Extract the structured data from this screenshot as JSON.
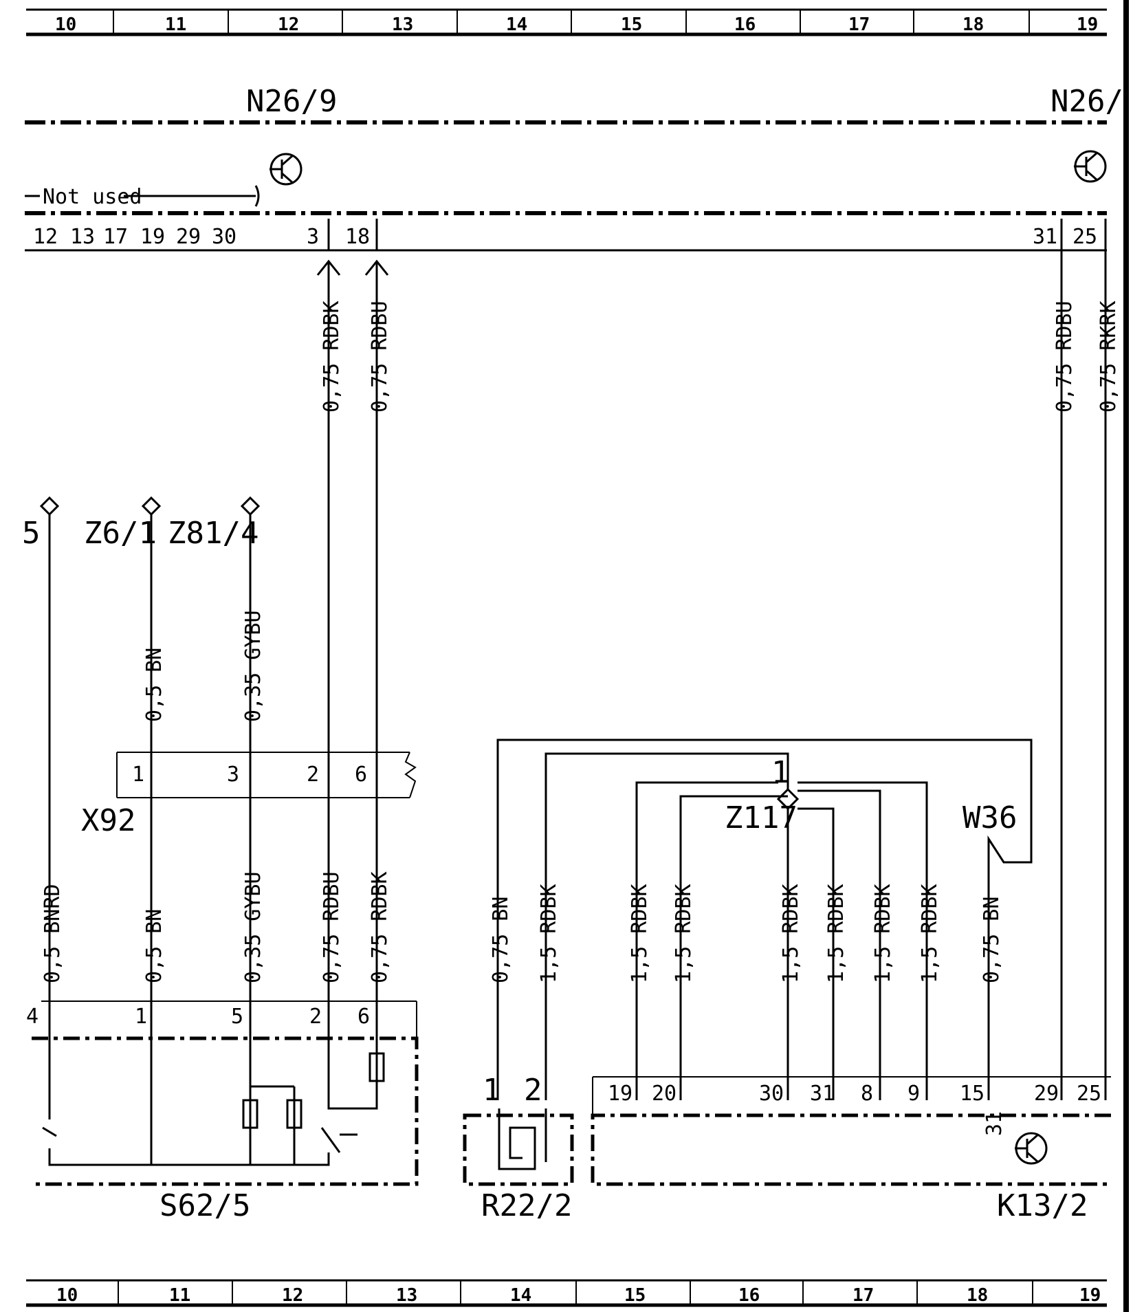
{
  "grid": {
    "top_columns": [
      "10",
      "11",
      "12",
      "13",
      "14",
      "15",
      "16",
      "17",
      "18",
      "19"
    ],
    "bottom_columns": [
      "10",
      "11",
      "12",
      "13",
      "14",
      "15",
      "16",
      "17",
      "18",
      "19"
    ]
  },
  "modules": {
    "n26_9": {
      "name": "N26/9",
      "not_used_label": "Not used",
      "unused_pins": [
        "12",
        "13",
        "17",
        "19",
        "29",
        "30"
      ],
      "pins": [
        "3",
        "18"
      ]
    },
    "n26_right": {
      "name": "N26/",
      "pins": [
        "31",
        "25"
      ]
    },
    "x92": {
      "name": "X92",
      "pins": [
        "1",
        "3",
        "2",
        "6"
      ]
    },
    "s62_5": {
      "name": "S62/5",
      "pins": [
        "4",
        "1",
        "5",
        "2",
        "6"
      ]
    },
    "r22_2": {
      "name": "R22/2",
      "pins": [
        "1",
        "2"
      ]
    },
    "k13_2": {
      "name": "K13/2",
      "pins": [
        "19",
        "20",
        "30",
        "31",
        "8",
        "9",
        "15",
        "29",
        "25"
      ],
      "ground_tag": "31"
    },
    "z117": {
      "name": "Z117",
      "pin": "1"
    },
    "w36": {
      "name": "W36"
    }
  },
  "ground_points": {
    "p5": "5",
    "z6_1": "Z6/1",
    "z81_4": "Z81/4"
  },
  "wires": {
    "n26_to_x92_a": "0,75 RDBK",
    "n26_to_x92_b": "0,75 RDBU",
    "n26_right_a": "0,75 RDBU",
    "n26_right_b": "0,75 RKRK",
    "z6_to_x92": "0,5 BN",
    "z81_to_x92": "0,35 GYBU",
    "p5_to_s62": "0,5 BNRD",
    "x92_to_s62_1": "0,5 BN",
    "x92_to_s62_3": "0,35 GYBU",
    "x92_to_s62_2": "0,75 RDBU",
    "x92_to_s62_6": "0,75 RDBK",
    "r22_1": "0,75 BN",
    "r22_2": "1,5 RDBK",
    "k13_19": "1,5 RDBK",
    "k13_20": "1,5 RDBK",
    "k13_30": "1,5 RDBK",
    "k13_31": "1,5 RDBK",
    "k13_8": "1,5 RDBK",
    "k13_9": "1,5 RDBK",
    "w36_to_k13": "0,75 BN"
  }
}
